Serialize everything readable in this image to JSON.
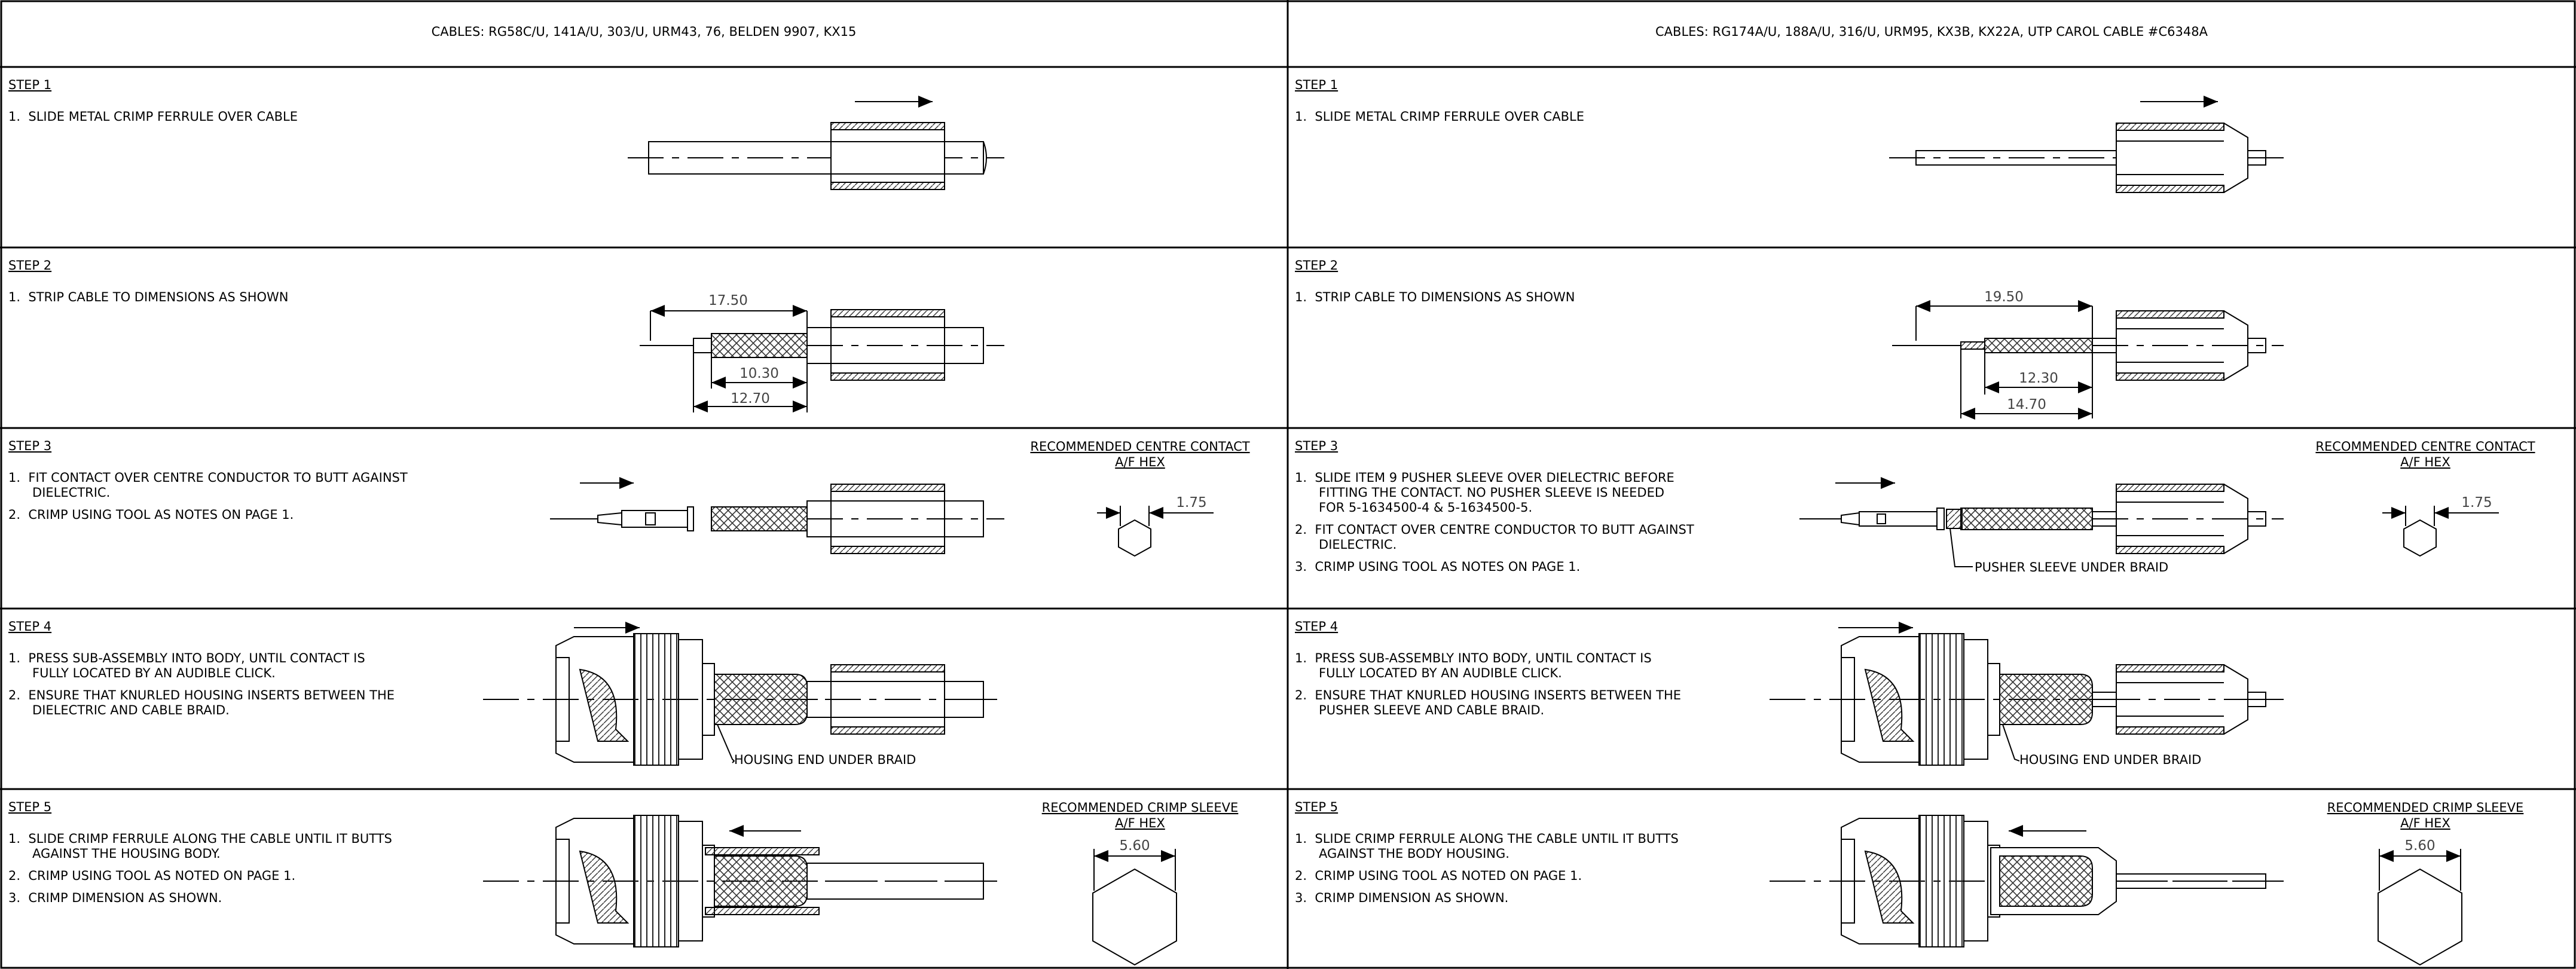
{
  "left": {
    "header": "CABLES: RG58C/U, 141A/U, 303/U, URM43, 76, BELDEN 9907, KX15",
    "steps": [
      {
        "title": "STEP 1",
        "lines": [
          "1.  SLIDE METAL CRIMP FERRULE OVER CABLE"
        ]
      },
      {
        "title": "STEP 2",
        "lines": [
          "1.  STRIP CABLE TO DIMENSIONS AS SHOWN"
        ],
        "dims": [
          "17.50",
          "10.30",
          "12.70"
        ]
      },
      {
        "title": "STEP 3",
        "lines": [
          "1.  FIT CONTACT OVER CENTRE CONDUCTOR TO BUTT AGAINST",
          "      DIELECTRIC.",
          "2.  CRIMP USING TOOL AS NOTES ON PAGE 1."
        ],
        "rec_title": "RECOMMENDED CENTRE CONTACT",
        "rec_sub": "A/F HEX",
        "rec_dim": "1.75"
      },
      {
        "title": "STEP 4",
        "lines": [
          "1.  PRESS SUB-ASSEMBLY INTO BODY, UNTIL CONTACT IS",
          "      FULLY LOCATED BY AN AUDIBLE CLICK.",
          "2.  ENSURE THAT KNURLED HOUSING INSERTS BETWEEN THE",
          "      DIELECTRIC AND CABLE BRAID."
        ],
        "callout": "HOUSING END UNDER BRAID"
      },
      {
        "title": "STEP 5",
        "lines": [
          "1.  SLIDE CRIMP FERRULE ALONG THE CABLE UNTIL IT BUTTS",
          "      AGAINST THE HOUSING BODY.",
          "2.  CRIMP USING TOOL AS NOTED ON PAGE 1.",
          "3.  CRIMP DIMENSION AS SHOWN."
        ],
        "rec_title": "RECOMMENDED CRIMP SLEEVE",
        "rec_sub": "A/F HEX",
        "rec_dim": "5.60"
      }
    ]
  },
  "right": {
    "header": "CABLES: RG174A/U, 188A/U, 316/U, URM95, KX3B, KX22A, UTP CAROL CABLE #C6348A",
    "steps": [
      {
        "title": "STEP 1",
        "lines": [
          "1.  SLIDE METAL CRIMP FERRULE OVER CABLE"
        ]
      },
      {
        "title": "STEP 2",
        "lines": [
          "1.  STRIP CABLE TO DIMENSIONS AS SHOWN"
        ],
        "dims": [
          "19.50",
          "12.30",
          "14.70"
        ]
      },
      {
        "title": "STEP 3",
        "lines": [
          "1.  SLIDE ITEM 9 PUSHER SLEEVE OVER DIELECTRIC BEFORE",
          "      FITTING THE CONTACT. NO PUSHER SLEEVE IS NEEDED",
          "      FOR 5-1634500-4 & 5-1634500-5.",
          "2.  FIT CONTACT OVER CENTRE CONDUCTOR TO BUTT AGAINST",
          "      DIELECTRIC.",
          "3.  CRIMP USING TOOL AS NOTES ON PAGE 1."
        ],
        "rec_title": "RECOMMENDED CENTRE CONTACT",
        "rec_sub": "A/F HEX",
        "rec_dim": "1.75",
        "callout": "PUSHER SLEEVE UNDER BRAID"
      },
      {
        "title": "STEP 4",
        "lines": [
          "1.  PRESS SUB-ASSEMBLY INTO BODY, UNTIL CONTACT IS",
          "      FULLY LOCATED BY AN AUDIBLE CLICK.",
          "2.  ENSURE THAT KNURLED HOUSING INSERTS BETWEEN THE",
          "      PUSHER SLEEVE AND CABLE BRAID."
        ],
        "callout": "HOUSING END UNDER BRAID"
      },
      {
        "title": "STEP 5",
        "lines": [
          "1.  SLIDE CRIMP FERRULE ALONG THE CABLE UNTIL IT BUTTS",
          "      AGAINST THE BODY HOUSING.",
          "2.  CRIMP USING TOOL AS NOTED ON PAGE 1.",
          "3.  CRIMP DIMENSION AS SHOWN."
        ],
        "rec_title": "RECOMMENDED CRIMP SLEEVE",
        "rec_sub": "A/F HEX",
        "rec_dim": "5.60"
      }
    ]
  }
}
